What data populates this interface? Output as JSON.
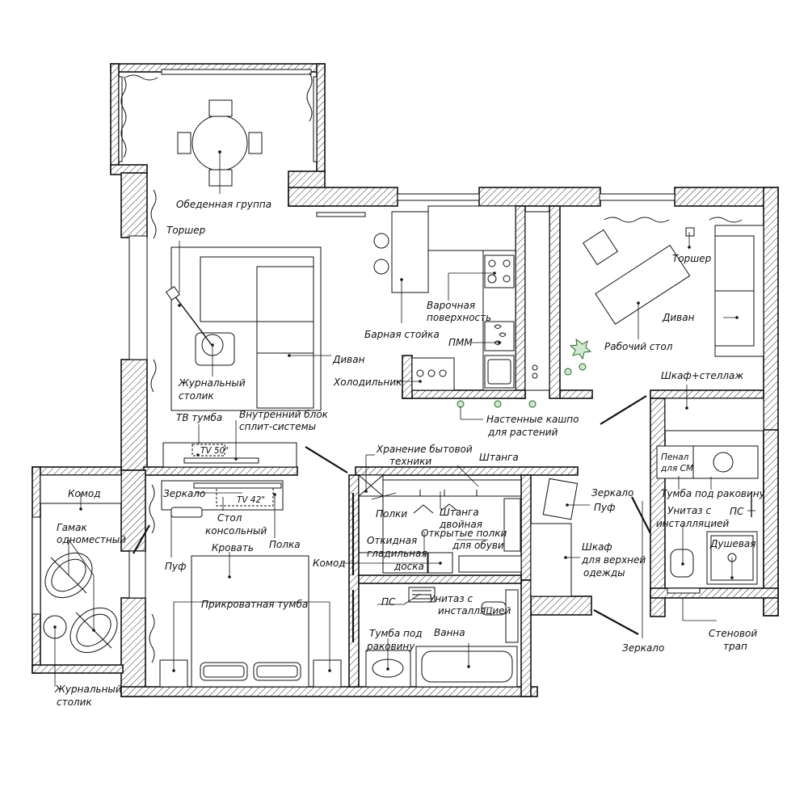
{
  "plan": {
    "labels": {
      "dining": "Обеденная группа",
      "floor_lamp_living": "Торшер",
      "coffee_table_1": "Журнальный",
      "coffee_table_2": "столик",
      "sofa_living": "Диван",
      "tv_stand": "ТВ тумба",
      "ac_unit_1": "Внутренний блок",
      "ac_unit_2": "сплит-системы",
      "tv50": "TV 50\"",
      "bar_counter": "Барная стойка",
      "hob_1": "Варочная",
      "hob_2": "поверхность",
      "dishwasher": "ПММ",
      "fridge": "Холодильник",
      "planters_1": "Настенные кашпо",
      "planters_2": "для растений",
      "floor_lamp_study": "Торшер",
      "desk": "Рабочий стол",
      "sofa_study": "Диван",
      "wardrobe_shelf": "Шкаф+стеллаж",
      "appliance_storage_1": "Хранение бытовой",
      "appliance_storage_2": "техники",
      "rod": "Штанга",
      "shelves": "Полки",
      "double_rod_1": "Штанга",
      "double_rod_2": "двойная",
      "ironing_1": "Откидная",
      "ironing_2": "гладильная",
      "ironing_3": "доска",
      "open_shoe_shelves_1": "Открытые полки",
      "open_shoe_shelves_2": "для обуви",
      "commode_hall": "Комод",
      "mirror_bed": "Зеркало",
      "tv42": "TV 42\"",
      "console_1": "Стол",
      "console_2": "консольный",
      "shelf": "Полка",
      "pouf_bed": "Пуф",
      "bed": "Кровать",
      "bedside": "Прикроватная тумба",
      "commode_balcony": "Комод",
      "hammock_1": "Гамак",
      "hammock_2": "одноместный",
      "coffee_balcony_1": "Журнальный",
      "coffee_balcony_2": "столик",
      "mirror_hall": "Зеркало",
      "pouf_hall": "Пуф",
      "wardrobe_outer_1": "Шкаф",
      "wardrobe_outer_2": "для верхней",
      "wardrobe_outer_3": "одежды",
      "ps_bath": "ПС",
      "wc_install_1": "Унитаз с",
      "wc_install_2": "инсталляцией",
      "sink_cab_1": "Тумба под",
      "sink_cab_2": "раковину",
      "bath": "Ванна",
      "pencil_case_1": "Пенал",
      "pencil_case_2": "для СМ",
      "sink_cab_wc": "Тумба под раковину",
      "wc_install_3": "Унитаз с",
      "wc_install_4": "инсталляцией",
      "ps_wc": "ПС",
      "shower": "Душевая",
      "wall_drain_1": "Стеновой",
      "wall_drain_2": "трап",
      "mirror_bottom": "Зеркало"
    }
  }
}
